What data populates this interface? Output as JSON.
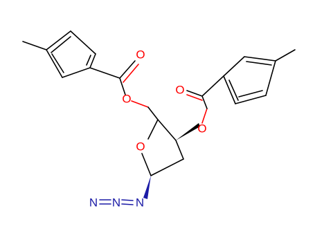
{
  "molecule": {
    "atoms": {
      "o_ester_left": "O",
      "o_carbonyl_left": "O",
      "o_ring": "O",
      "o_ester_right": "O",
      "o_carbonyl_right": "O",
      "n1": "N",
      "n2": "N",
      "n3": "N"
    },
    "colors": {
      "bond": "#000000",
      "oxygen": "#ff0000",
      "nitrogen": "#1a1aa6"
    }
  }
}
